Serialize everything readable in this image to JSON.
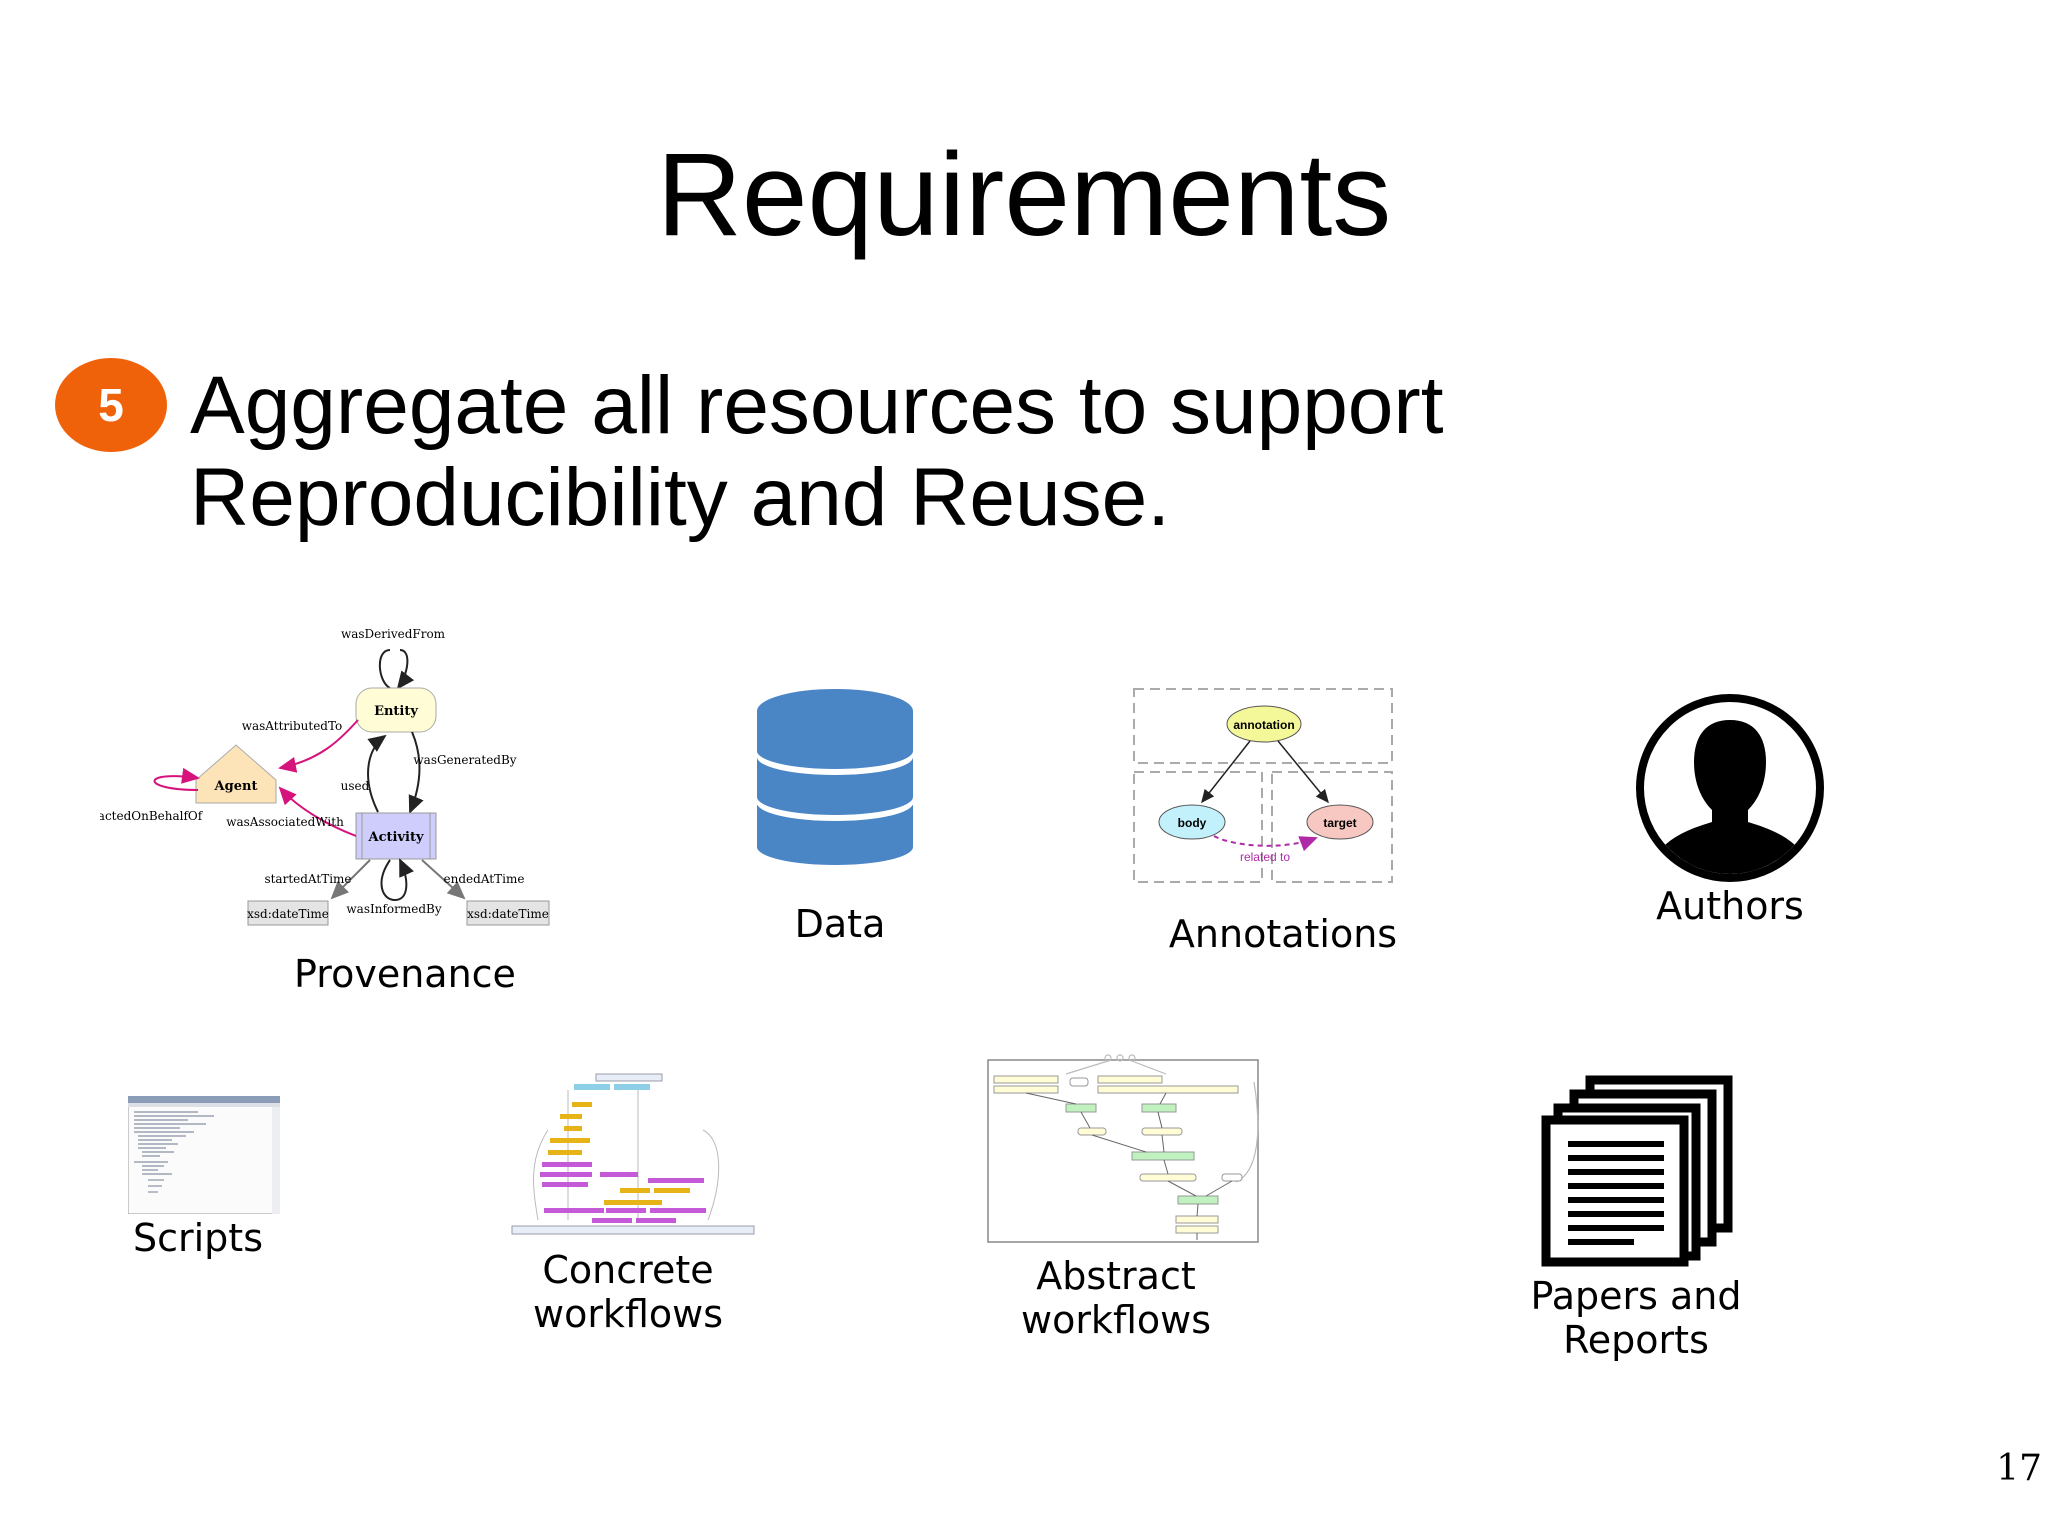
{
  "slide": {
    "title": "Requirements",
    "badge": "5",
    "requirement_lines": [
      "Aggregate all resources to support",
      "Reproducibility and Reuse."
    ],
    "page_number": "17"
  },
  "resources": {
    "provenance": "Provenance",
    "data": "Data",
    "annotations": "Annotations",
    "authors": "Authors",
    "scripts": "Scripts",
    "concrete_workflows": [
      "Concrete",
      "workflows"
    ],
    "abstract_workflows": [
      "Abstract",
      "workflows"
    ],
    "papers_reports": [
      "Papers and",
      "Reports"
    ]
  },
  "prov_diagram": {
    "entity": "Entity",
    "agent": "Agent",
    "activity": "Activity",
    "was_derived_from": "wasDerivedFrom",
    "was_attributed_to": "wasAttributedTo",
    "was_generated_by": "wasGeneratedBy",
    "used": "used",
    "acted_on_behalf_of": "actedOnBehalfOf",
    "was_associated_with": "wasAssociatedWith",
    "started_at_time": "startedAtTime",
    "ended_at_time": "endedAtTime",
    "was_informed_by": "wasInformedBy",
    "datetime_left": "xsd:dateTime",
    "datetime_right": "xsd:dateTime"
  },
  "annotation_diagram": {
    "annotation": "annotation",
    "body": "body",
    "target": "target",
    "related_to": "related to"
  },
  "colors": {
    "badge": "#f0620a",
    "database": "#4a86c5",
    "entity_fill": "#fffcd6",
    "agent_fill": "#fde4b8",
    "activity_fill": "#cfcdfb",
    "prov_pink": "#d6127c"
  }
}
